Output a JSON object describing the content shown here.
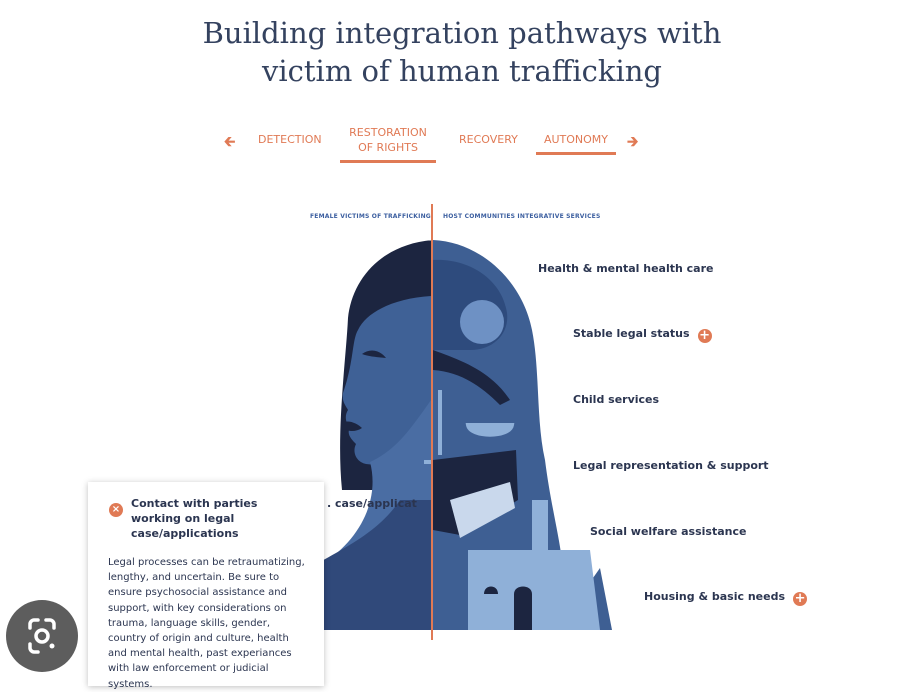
{
  "header": {
    "title_line1": "Building integration pathways with",
    "title_line2": "victim of human trafficking"
  },
  "tabs": [
    {
      "label": "DETECTION",
      "active": false
    },
    {
      "label": "RESTORATION OF RIGHTS",
      "line1": "RESTORATION",
      "line2": "OF RIGHTS",
      "active": true
    },
    {
      "label": "RECOVERY",
      "active": false
    },
    {
      "label": "AUTONOMY",
      "active": true
    }
  ],
  "nav": {
    "prev_icon": "arrow-left-icon",
    "next_icon": "arrow-right-icon"
  },
  "columns": {
    "left": "FEMALE VICTIMS OF TRAFFICKING",
    "right": "HOST COMMUNITIES INTEGRATIVE SERVICES"
  },
  "services": [
    {
      "label": "Health & mental health care",
      "expandable": false
    },
    {
      "label": "Stable legal status",
      "expandable": true
    },
    {
      "label": "Child services",
      "expandable": false
    },
    {
      "label": "Legal representation & support",
      "expandable": false
    },
    {
      "label": "Social welfare assistance",
      "expandable": false
    },
    {
      "label": "Housing & basic needs",
      "expandable": true
    }
  ],
  "hidden_label_snippet": ". case/applicat",
  "popup": {
    "title": "Contact with parties working on legal case/applications",
    "body": "Legal processes can be retraumatizing, lengthy, and uncertain. Be sure to ensure psychosocial assistance and support, with key considerations on trauma, language skills, gender, country of origin and culture, health and mental health, past experiances with law enforcement or judicial systems."
  },
  "colors": {
    "accent": "#e07a55",
    "navy": "#1c2540",
    "blue": "#3e5f93",
    "light_blue": "#8fb0d8"
  },
  "icons": {
    "plus": "plus-circle-icon",
    "close": "close-circle-icon",
    "lens": "google-lens-icon"
  }
}
